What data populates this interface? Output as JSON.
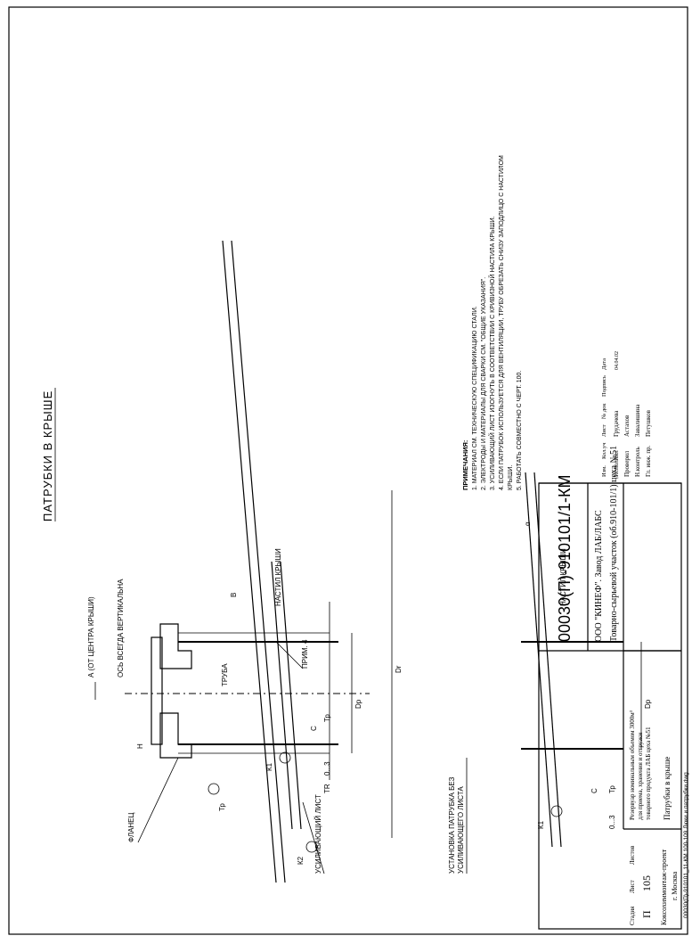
{
  "drawing": {
    "main_title": "ПАТРУБКИ В КРЫШЕ",
    "sub_title": "УСТАНОВКА ПАТРУБКА БЕЗ",
    "sub_title_2": "УСИЛИВАЮЩЕГО ЛИСТА",
    "labels": {
      "flange": "ФЛАНЕЦ",
      "reinforcing_sheet": "УСИЛИВАЮЩИЙ ЛИСТ",
      "pipe": "ТРУБА",
      "roof_deck": "НАСТИЛ КРЫШИ",
      "roof_deck_2": "НАСТИЛ КРЫШИ",
      "axis_vertical": "ОСЬ ВСЕГДА ВЕРТИКАЛЬНА",
      "from_center": "А (ОТ ЦЕНТРА КРЫШИ)",
      "note4": "ПРИМ. 4"
    },
    "dims": {
      "dp": "Dр",
      "dp2": "Dр",
      "dr": "Dr",
      "tp": "Тр",
      "tp2": "Тр",
      "tr": "ТR",
      "c": "C",
      "c2": "C",
      "range": "0...3",
      "range2": "0...3",
      "k1": "К1",
      "k1b": "К1",
      "k2": "К2",
      "tp_weld": "Тр",
      "b": "В",
      "angle": "α",
      "h": "Н"
    }
  },
  "notes": {
    "heading": "ПРИМЕЧАНИЯ:",
    "items": [
      "1. МАТЕРИАЛ СМ. ТЕХНИЧЕСКУЮ СПЕЦИФИКАЦИЮ СТАЛИ.",
      "2. ЭЛЕКТРОДЫ И МАТЕРИАЛЫ ДЛЯ СВАРКИ СМ. \"ОБЩИЕ УКАЗАНИЯ\".",
      "3. УСИЛИВАЮЩИЙ ЛИСТ ИЗОГНУТЬ В СООТВЕТСТВИИ С КРИВИЗНОЙ НАСТИЛА КРЫШИ.",
      "4. ЕСЛИ ПАТРУБОК ИСПОЛЬЗУЕТСЯ ДЛЯ ВЕНТИЛЯЦИИ, ТРУБУ ОБРЕЗАТЬ СНИЗУ ЗАПОДЛИЦО С НАСТИЛОМ",
      "КРЫШИ.",
      "5. РАБОТАТЬ СОВМЕСТНО С ЧЕРТ. 100."
    ]
  },
  "title_block": {
    "doc_code": "00030(П)-910101/1-КМ",
    "company": "ООО \"КИНЕФ\". Завод ЛАБ/ЛАБС",
    "site": "Товарно-сырьевой участок (об.910-101/1) цеха №51",
    "object": "Резервуар номинальным объемом 3000м³",
    "object_2": "для приема, хранения и отгрузки",
    "object_3": "товарного продукта ЛАБ цеха №51",
    "sheet_title": "Патрубки в крыше",
    "org": "Коксохиммонтаж-проект",
    "city": "г. Москва",
    "stage_label": "Стадия",
    "sheet_label": "Лист",
    "sheets_label": "Листов",
    "stage": "П",
    "sheet": "105",
    "sheets": "",
    "header_cols": [
      "Изм.",
      "Кол.уч",
      "Лист",
      "№ док",
      "Подпись",
      "Дата"
    ],
    "roles": [
      {
        "role": "Исполнил",
        "name": "Грудачева"
      },
      {
        "role": "Проверил",
        "name": "Астахов"
      },
      {
        "role": "Н.контроль",
        "name": "Завалишина"
      },
      {
        "role": "Гл. инж. пр.",
        "name": "Петушков"
      }
    ],
    "date_stamp": "04.04.02",
    "footer": "00030(П)-910101_11-КМ 100-109 Люки и патрубки.dwg"
  }
}
